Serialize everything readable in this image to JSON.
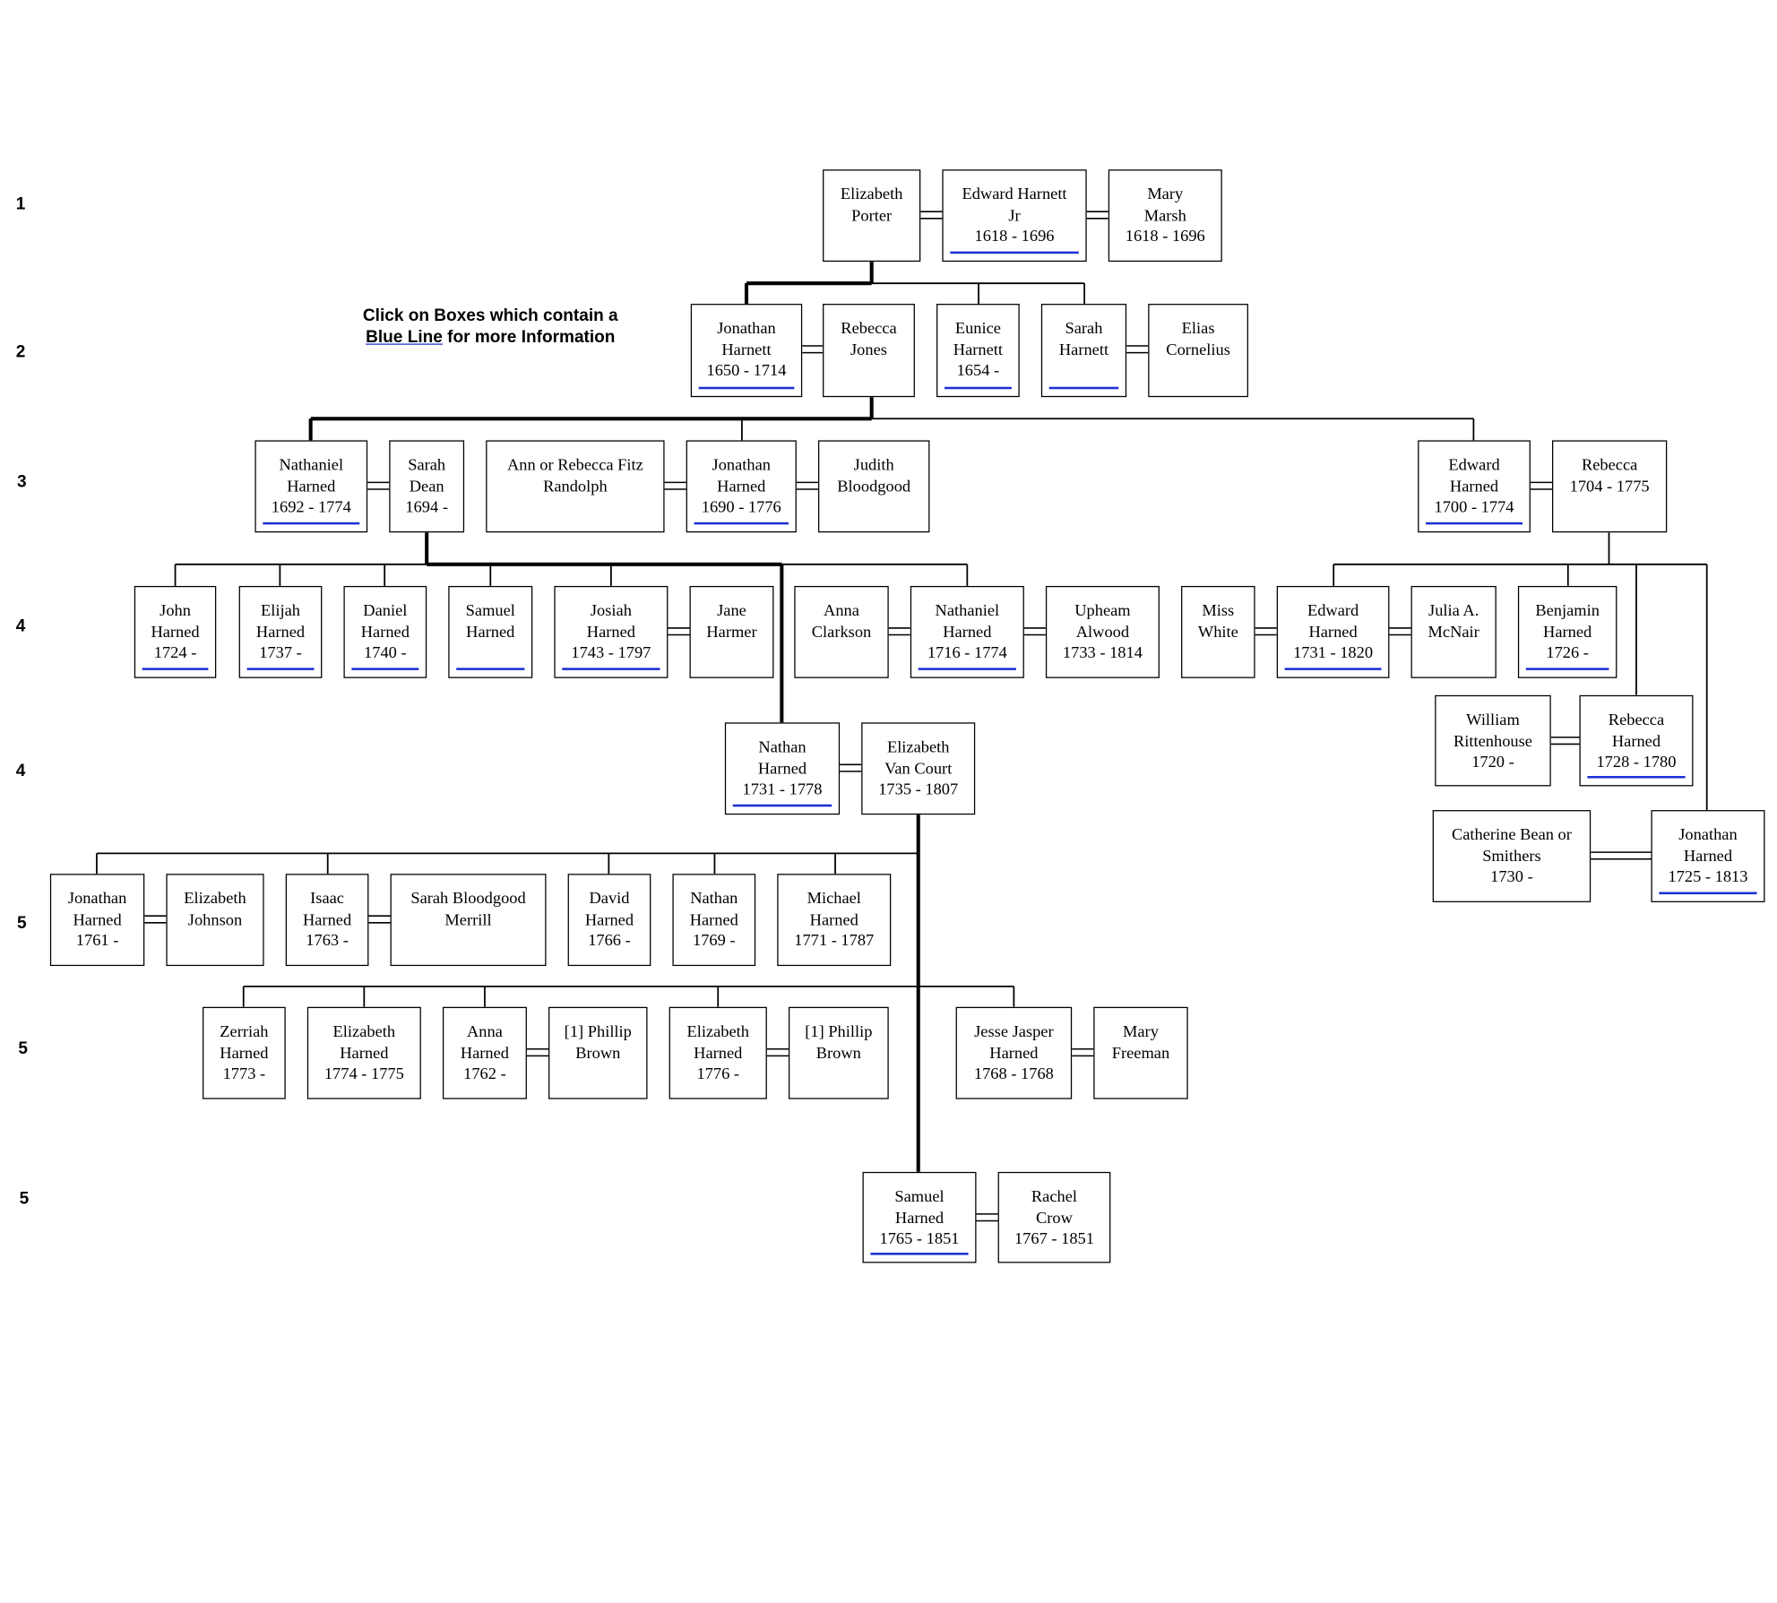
{
  "instructions": {
    "line1": "Click on Boxes which contain a",
    "link_text": "Blue Line",
    "line2_rest": " for more Information"
  },
  "colors": {
    "link_underline": "#1c2fd4",
    "lines": "#000000",
    "background": "#ffffff"
  },
  "generation_labels": [
    "1",
    "2",
    "3",
    "4",
    "4",
    "5",
    "5",
    "5"
  ],
  "people": [
    {
      "id": "elizabeth_porter",
      "lines": [
        "Elizabeth",
        "Porter"
      ],
      "link": false
    },
    {
      "id": "edward_harnett_jr",
      "lines": [
        "Edward Harnett",
        "Jr",
        "1618 - 1696"
      ],
      "link": true
    },
    {
      "id": "mary_marsh",
      "lines": [
        "Mary",
        "Marsh",
        "1618 - 1696"
      ],
      "link": false
    },
    {
      "id": "jonathan_harnett",
      "lines": [
        "Jonathan",
        "Harnett",
        "1650 - 1714"
      ],
      "link": true
    },
    {
      "id": "rebecca_jones",
      "lines": [
        "Rebecca",
        "Jones"
      ],
      "link": false
    },
    {
      "id": "eunice_harnett",
      "lines": [
        "Eunice",
        "Harnett",
        "1654 -"
      ],
      "link": true
    },
    {
      "id": "sarah_harnett",
      "lines": [
        "Sarah",
        "Harnett"
      ],
      "link": true
    },
    {
      "id": "elias_cornelius",
      "lines": [
        "Elias",
        "Cornelius"
      ],
      "link": false
    },
    {
      "id": "nathaniel_harned_1692",
      "lines": [
        "Nathaniel",
        "Harned",
        "1692 - 1774"
      ],
      "link": true
    },
    {
      "id": "sarah_dean",
      "lines": [
        "Sarah",
        "Dean",
        "1694 -"
      ],
      "link": false
    },
    {
      "id": "ann_rebecca_fitz_randolph",
      "lines": [
        "Ann or Rebecca Fitz",
        "Randolph"
      ],
      "link": false
    },
    {
      "id": "jonathan_harned_1690",
      "lines": [
        "Jonathan",
        "Harned",
        "1690 - 1776"
      ],
      "link": true
    },
    {
      "id": "judith_bloodgood",
      "lines": [
        "Judith",
        "Bloodgood"
      ],
      "link": false
    },
    {
      "id": "edward_harned_1700",
      "lines": [
        "Edward",
        "Harned",
        "1700 - 1774"
      ],
      "link": true
    },
    {
      "id": "rebecca_1704",
      "lines": [
        "Rebecca",
        "1704 - 1775"
      ],
      "link": false
    },
    {
      "id": "john_harned",
      "lines": [
        "John",
        "Harned",
        "1724 -"
      ],
      "link": true
    },
    {
      "id": "elijah_harned",
      "lines": [
        "Elijah",
        "Harned",
        "1737 -"
      ],
      "link": true
    },
    {
      "id": "daniel_harned",
      "lines": [
        "Daniel",
        "Harned",
        "1740 -"
      ],
      "link": true
    },
    {
      "id": "samuel_harned_g4",
      "lines": [
        "Samuel",
        "Harned"
      ],
      "link": true
    },
    {
      "id": "josiah_harned",
      "lines": [
        "Josiah",
        "Harned",
        "1743 - 1797"
      ],
      "link": true
    },
    {
      "id": "jane_harmer",
      "lines": [
        "Jane",
        "Harmer"
      ],
      "link": false
    },
    {
      "id": "anna_clarkson",
      "lines": [
        "Anna",
        "Clarkson"
      ],
      "link": false
    },
    {
      "id": "nathaniel_harned_1716",
      "lines": [
        "Nathaniel",
        "Harned",
        "1716 - 1774"
      ],
      "link": true
    },
    {
      "id": "upheam_alwood",
      "lines": [
        "Upheam",
        "Alwood",
        "1733 - 1814"
      ],
      "link": false
    },
    {
      "id": "miss_white",
      "lines": [
        "Miss",
        "White"
      ],
      "link": false
    },
    {
      "id": "edward_harned_1731",
      "lines": [
        "Edward",
        "Harned",
        "1731 - 1820"
      ],
      "link": true
    },
    {
      "id": "julia_mcnair",
      "lines": [
        "Julia A.",
        "McNair"
      ],
      "link": false
    },
    {
      "id": "benjamin_harned",
      "lines": [
        "Benjamin",
        "Harned",
        "1726 -"
      ],
      "link": true
    },
    {
      "id": "william_rittenhouse",
      "lines": [
        "William",
        "Rittenhouse",
        "1720 -"
      ],
      "link": false
    },
    {
      "id": "rebecca_harned_1728",
      "lines": [
        "Rebecca",
        "Harned",
        "1728 - 1780"
      ],
      "link": true
    },
    {
      "id": "catherine_bean",
      "lines": [
        "Catherine Bean or",
        "Smithers",
        "1730 -"
      ],
      "link": false
    },
    {
      "id": "jonathan_harned_1725",
      "lines": [
        "Jonathan",
        "Harned",
        "1725 - 1813"
      ],
      "link": true
    },
    {
      "id": "nathan_harned_1731",
      "lines": [
        "Nathan",
        "Harned",
        "1731 - 1778"
      ],
      "link": true
    },
    {
      "id": "elizabeth_van_court",
      "lines": [
        "Elizabeth",
        "Van Court",
        "1735 - 1807"
      ],
      "link": false
    },
    {
      "id": "jonathan_harned_1761",
      "lines": [
        "Jonathan",
        "Harned",
        "1761 -"
      ],
      "link": false
    },
    {
      "id": "elizabeth_johnson",
      "lines": [
        "Elizabeth",
        "Johnson"
      ],
      "link": false
    },
    {
      "id": "isaac_harned",
      "lines": [
        "Isaac",
        "Harned",
        "1763 -"
      ],
      "link": false
    },
    {
      "id": "sarah_bloodgood_merrill",
      "lines": [
        "Sarah Bloodgood",
        "Merrill"
      ],
      "link": false
    },
    {
      "id": "david_harned",
      "lines": [
        "David",
        "Harned",
        "1766 -"
      ],
      "link": false
    },
    {
      "id": "nathan_harned_1769",
      "lines": [
        "Nathan",
        "Harned",
        "1769 -"
      ],
      "link": false
    },
    {
      "id": "michael_harned",
      "lines": [
        "Michael",
        "Harned",
        "1771 - 1787"
      ],
      "link": false
    },
    {
      "id": "zerriah_harned",
      "lines": [
        "Zerriah",
        "Harned",
        "1773 -"
      ],
      "link": false
    },
    {
      "id": "elizabeth_harned_1774",
      "lines": [
        "Elizabeth",
        "Harned",
        "1774 - 1775"
      ],
      "link": false
    },
    {
      "id": "anna_harned",
      "lines": [
        "Anna",
        "Harned",
        "1762 -"
      ],
      "link": false
    },
    {
      "id": "phillip_brown_1",
      "lines": [
        "[1] Phillip",
        "Brown"
      ],
      "link": false
    },
    {
      "id": "elizabeth_harned_1776",
      "lines": [
        "Elizabeth",
        "Harned",
        "1776 -"
      ],
      "link": false
    },
    {
      "id": "phillip_brown_2",
      "lines": [
        "[1] Phillip",
        "Brown"
      ],
      "link": false
    },
    {
      "id": "jesse_jasper_harned",
      "lines": [
        "Jesse Jasper",
        "Harned",
        "1768 - 1768"
      ],
      "link": false
    },
    {
      "id": "mary_freeman",
      "lines": [
        "Mary",
        "Freeman"
      ],
      "link": false
    },
    {
      "id": "samuel_harned_1765",
      "lines": [
        "Samuel",
        "Harned",
        "1765 - 1851"
      ],
      "link": true
    },
    {
      "id": "rachel_crow",
      "lines": [
        "Rachel",
        "Crow",
        "1767 - 1851"
      ],
      "link": false
    }
  ]
}
